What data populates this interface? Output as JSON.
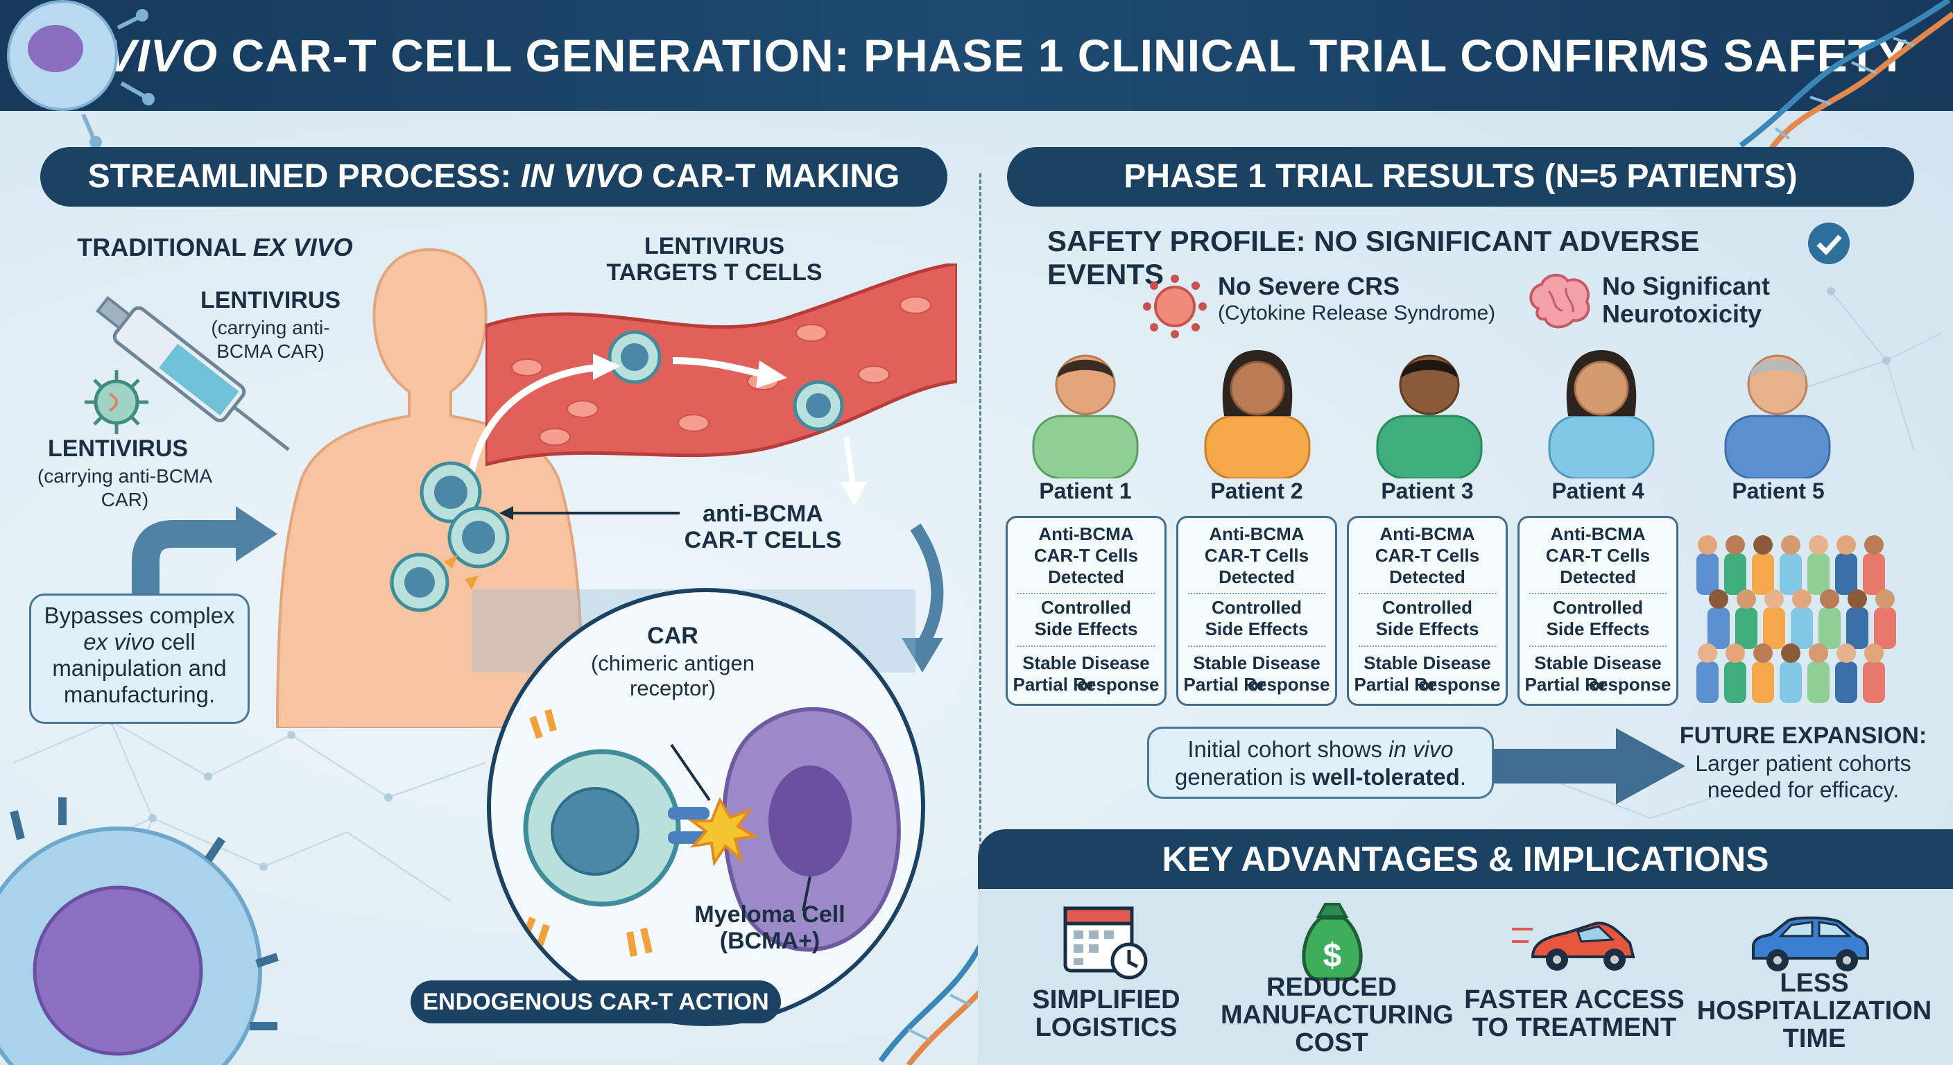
{
  "title": {
    "italic": "IN VIVO",
    "rest": " CAR-T CELL GENERATION: PHASE 1 CLINICAL TRIAL CONFIRMS SAFETY"
  },
  "left_panel": {
    "header": {
      "prefix": "STREAMLINED PROCESS: ",
      "italic": "IN VIVO",
      "suffix": " CAR-T MAKING"
    },
    "traditional": {
      "prefix": "TRADITIONAL ",
      "italic": "EX VIVO"
    },
    "syringe_label": {
      "title": "LENTIVIRUS",
      "line1": "(carrying anti-",
      "line2": "BCMA CAR)"
    },
    "virus_label": {
      "title": "LENTIVIRUS",
      "line1": "(carrying anti-BCMA",
      "line2": "CAR)"
    },
    "vessel_label": {
      "line1": "LENTIVIRUS",
      "line2": "TARGETS T CELLS"
    },
    "cart_label": {
      "line1": "anti-BCMA",
      "line2": "CAR-T CELLS"
    },
    "bypass": {
      "line1": "Bypasses complex",
      "line2_italic": "ex vivo",
      "line2_rest": " cell",
      "line3": "manipulation and",
      "line4": "manufacturing."
    },
    "car_label": {
      "title": "CAR",
      "line1": "(chimeric antigen",
      "line2": "receptor)"
    },
    "myeloma_label": {
      "line1": "Myeloma Cell",
      "line2": "(BCMA+)"
    },
    "endogenous": "ENDOGENOUS CAR-T ACTION"
  },
  "right_panel": {
    "header": "PHASE 1 TRIAL RESULTS (N=5 PATIENTS)",
    "safety": "SAFETY PROFILE: NO SIGNIFICANT ADVERSE EVENTS",
    "crs": {
      "title": "No Severe CRS",
      "detail": "(Cytokine Release Syndrome)"
    },
    "neuro": {
      "line1": "No Significant",
      "line2": "Neurotoxicity"
    },
    "patients": [
      {
        "name": "Patient 1",
        "detected": [
          "Anti-BCMA",
          "CAR-T Cells",
          "Detected"
        ],
        "side": [
          "Controlled",
          "Side Effects"
        ],
        "response": [
          "Stable Disease or",
          "Partial Response"
        ]
      },
      {
        "name": "Patient 2",
        "detected": [
          "Anti-BCMA",
          "CAR-T Cells",
          "Detected"
        ],
        "side": [
          "Controlled",
          "Side Effects"
        ],
        "response": [
          "Stable Disease or",
          "Partial Response"
        ]
      },
      {
        "name": "Patient 3",
        "detected": [
          "Anti-BCMA",
          "CAR-T Cells",
          "Detected"
        ],
        "side": [
          "Controlled",
          "Side Effects"
        ],
        "response": [
          "Stable Disease or",
          "Partial Response"
        ]
      },
      {
        "name": "Patient 4",
        "detected": [
          "Anti-BCMA",
          "CAR-T Cells",
          "Detected"
        ],
        "side": [
          "Controlled",
          "Side Effects"
        ],
        "response": [
          "Stable Disease or",
          "Partial Response"
        ]
      },
      {
        "name": "Patient 5"
      }
    ],
    "cohort": {
      "line1_prefix": "Initial cohort shows ",
      "line1_italic": "in vivo",
      "line2_prefix": "generation is ",
      "line2_bold": "well-tolerated",
      "line2_suffix": "."
    },
    "future": {
      "title": "FUTURE EXPANSION:",
      "line1": "Larger patient cohorts",
      "line2": "needed for efficacy."
    }
  },
  "advantages": {
    "header": "KEY ADVANTAGES & IMPLICATIONS",
    "items": [
      {
        "icon": "calendar-clock-icon",
        "lines": [
          "SIMPLIFIED",
          "LOGISTICS"
        ]
      },
      {
        "icon": "money-bag-icon",
        "lines": [
          "REDUCED",
          "MANUFACTURING",
          "COST"
        ]
      },
      {
        "icon": "race-car-icon",
        "lines": [
          "FASTER ACCESS",
          "TO TREATMENT"
        ]
      },
      {
        "icon": "car-icon",
        "lines": [
          "LESS",
          "HOSPITALIZATION",
          "TIME"
        ]
      }
    ]
  }
}
